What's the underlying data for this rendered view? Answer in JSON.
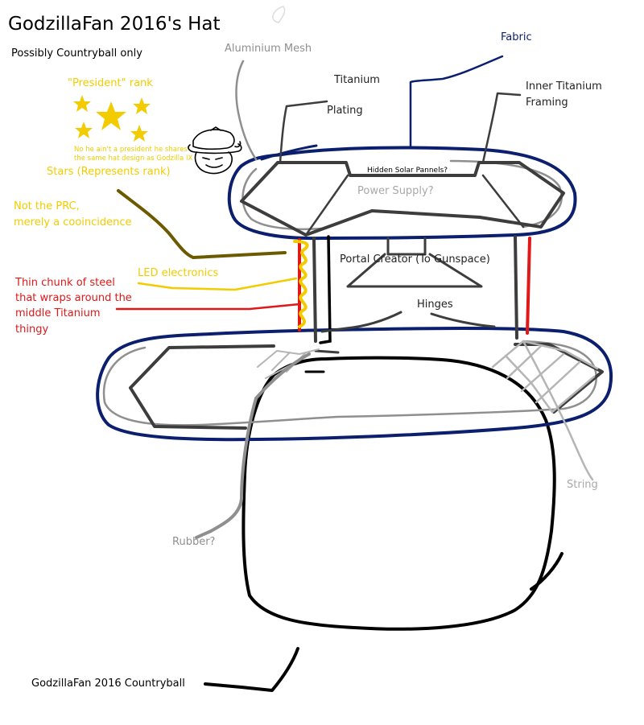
{
  "title": "GodzillaFan 2016's Hat",
  "subtitle": "Possibly Countryball only",
  "colors": {
    "navy": "#0b1f6e",
    "dark_gray": "#3d3d3d",
    "gray": "#8f8f8f",
    "light_gray": "#b5b5b5",
    "gold": "#f2cc00",
    "red": "#e01818",
    "olive": "#6b5a00",
    "black": "#000000"
  },
  "labels": {
    "aluminium_mesh": "Aluminium Mesh",
    "fabric": "Fabric",
    "titanium": "Titanium",
    "plating": "Plating",
    "inner_titanium_line1": "Inner Titanium",
    "inner_titanium_line2": "Framing",
    "president_rank": "\"President\" rank",
    "not_president_line1": "No he ain't a president he shares",
    "not_president_line2": "the same hat design as Godzilla IX",
    "stars": "Stars (Represents rank)",
    "hidden_solar": "Hidden Solar Pannels?",
    "power_supply": "Power Supply?",
    "not_prc_line1": "Not the PRC,",
    "not_prc_line2": "merely a cooincidence",
    "led": "LED electronics",
    "portal": "Portal Creator (To Gunspace)",
    "steel_line1": "Thin chunk of steel",
    "steel_line2": "that wraps around the",
    "steel_line3": "middle Titanium",
    "steel_line4": "thingy",
    "hinges": "Hinges",
    "string": "String",
    "rubber": "Rubber?",
    "countryball": "GodzillaFan 2016 Countryball"
  }
}
